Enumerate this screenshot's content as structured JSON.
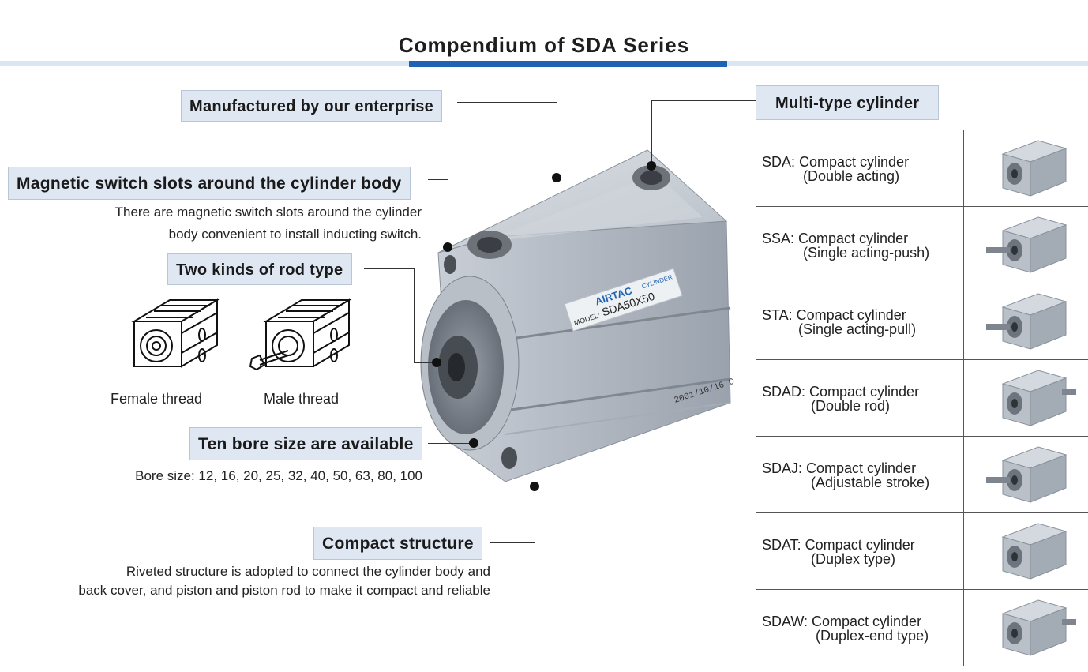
{
  "title": "Compendium of SDA Series",
  "callouts": {
    "manufactured": "Manufactured by our enterprise",
    "magnetic": {
      "label": "Magnetic switch slots around the cylinder body",
      "desc_line1": "There are magnetic switch slots around the cylinder",
      "desc_line2": "body convenient to install inducting switch."
    },
    "rod_type": {
      "label": "Two kinds of rod type",
      "female": "Female thread",
      "male": "Male thread"
    },
    "bore": {
      "label": "Ten bore size are available",
      "desc": "Bore size: 12, 16, 20, 25, 32, 40, 50, 63, 80, 100"
    },
    "compact": {
      "label": "Compact structure",
      "desc_line1": "Riveted structure is adopted to connect the cylinder body and",
      "desc_line2": "back cover, and piston and piston rod to make it compact and reliable"
    }
  },
  "product_image": {
    "brand": "AIRTAC",
    "brand_sub": "CYLINDER",
    "model_prefix": "MODEL:",
    "model": "SDA50X50",
    "date_code": "2001/10/16 C"
  },
  "multi_type": {
    "header": "Multi-type cylinder",
    "rows": [
      {
        "code": "SDA: Compact cylinder",
        "desc": "(Double acting)",
        "indent": 52
      },
      {
        "code": "SSA: Compact cylinder",
        "desc": "(Single acting-push)",
        "indent": 52
      },
      {
        "code": "STA: Compact cylinder",
        "desc": "(Single acting-pull)",
        "indent": 46
      },
      {
        "code": "SDAD: Compact cylinder",
        "desc": "(Double rod)",
        "indent": 62
      },
      {
        "code": "SDAJ: Compact cylinder",
        "desc": "(Adjustable stroke)",
        "indent": 62
      },
      {
        "code": "SDAT: Compact cylinder",
        "desc": "(Duplex type)",
        "indent": 62
      },
      {
        "code": "SDAW: Compact cylinder",
        "desc": "(Duplex-end type)",
        "indent": 68
      }
    ]
  },
  "colors": {
    "accent": "#1f63b4",
    "label_bg": "#dfe7f3",
    "rule_light": "#dbe6f3"
  }
}
